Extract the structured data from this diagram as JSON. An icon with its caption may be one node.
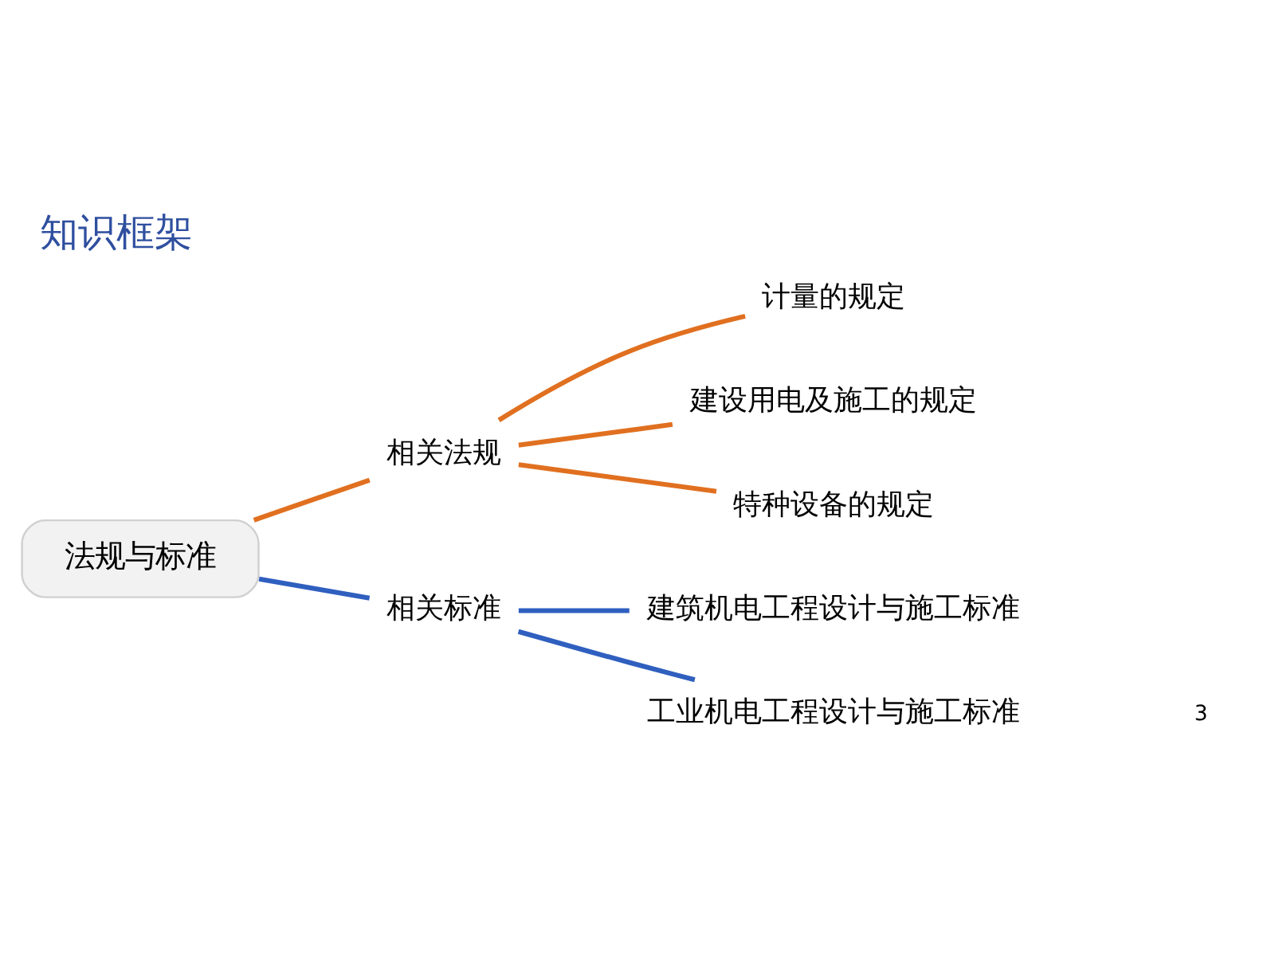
{
  "diagram": {
    "title": "知识框架",
    "nodes": [
      {
        "text": [
          "法规与标准"
        ]
      },
      {
        "text": [
          "相关法规"
        ]
      },
      {
        "text": [
          "相关标准"
        ]
      },
      {
        "text": [
          "计量的规定"
        ]
      },
      {
        "text": [
          "建设用电及施工的规定"
        ]
      },
      {
        "text": [
          "特种设备的规定"
        ]
      },
      {
        "text": [
          "建筑机电工程设计与施工标准"
        ]
      },
      {
        "text": [
          "工业机电工程设计与施工标准"
        ]
      }
    ],
    "edges": [
      {
        "from": 0,
        "to": 1,
        "arrow": "none"
      },
      {
        "from": 0,
        "to": 2,
        "arrow": "none",
        "color": "#2f5fbf"
      },
      {
        "from": 1,
        "to": 3,
        "arrow": "none"
      },
      {
        "from": 1,
        "to": 4,
        "arrow": "none"
      },
      {
        "from": 1,
        "to": 5,
        "arrow": "none"
      },
      {
        "from": 2,
        "to": 6,
        "arrow": "none",
        "color": "#2f5fbf"
      },
      {
        "from": 2,
        "to": 7,
        "arrow": "none",
        "color": "#2f5fbf"
      }
    ],
    "labels": [
      "3"
    ]
  }
}
